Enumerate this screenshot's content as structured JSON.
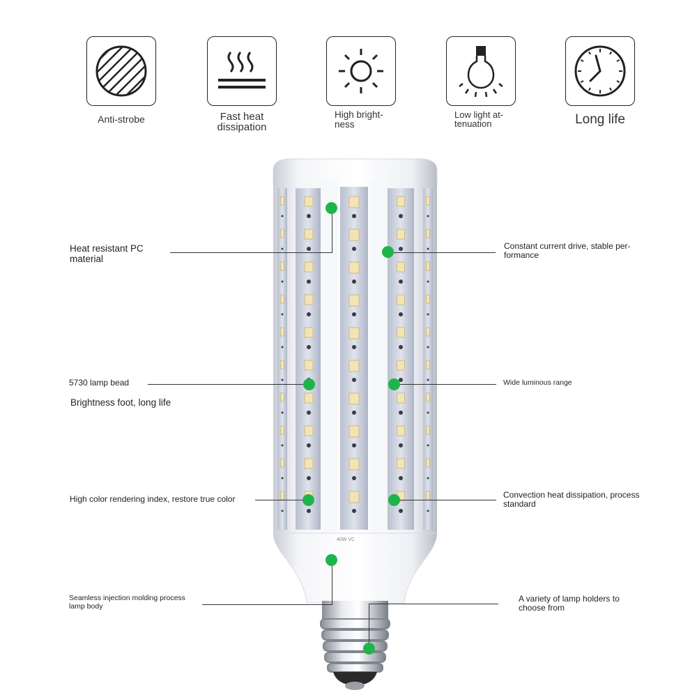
{
  "features": [
    {
      "icon": "anti-strobe-icon",
      "label": "Anti-strobe"
    },
    {
      "icon": "heat-dissipation-icon",
      "label": "Fast heat\ndissipation"
    },
    {
      "icon": "brightness-icon",
      "label": "High bright-\nness"
    },
    {
      "icon": "bulb-icon",
      "label": "Low light at-\ntenuation"
    },
    {
      "icon": "clock-icon",
      "label": "Long life"
    }
  ],
  "callouts": {
    "heat_resistant": "Heat resistant PC\nmaterial",
    "constant_current": "Constant current drive, stable per-\nformance",
    "lamp_bead": "5730 lamp bead",
    "brightness_foot": "Brightness foot, long life",
    "wide_range": "Wide luminous range",
    "color_rendering": "High color rendering index, restore true color",
    "convection": "Convection heat dissipation, process\nstandard",
    "injection": "Seamless injection molding process\nlamp body",
    "lamp_holders": "A variety of lamp holders to\nchoose from"
  },
  "colors": {
    "marker": "#1db54a",
    "led": "#f2e4b4",
    "led_board": "#d5dae6"
  }
}
